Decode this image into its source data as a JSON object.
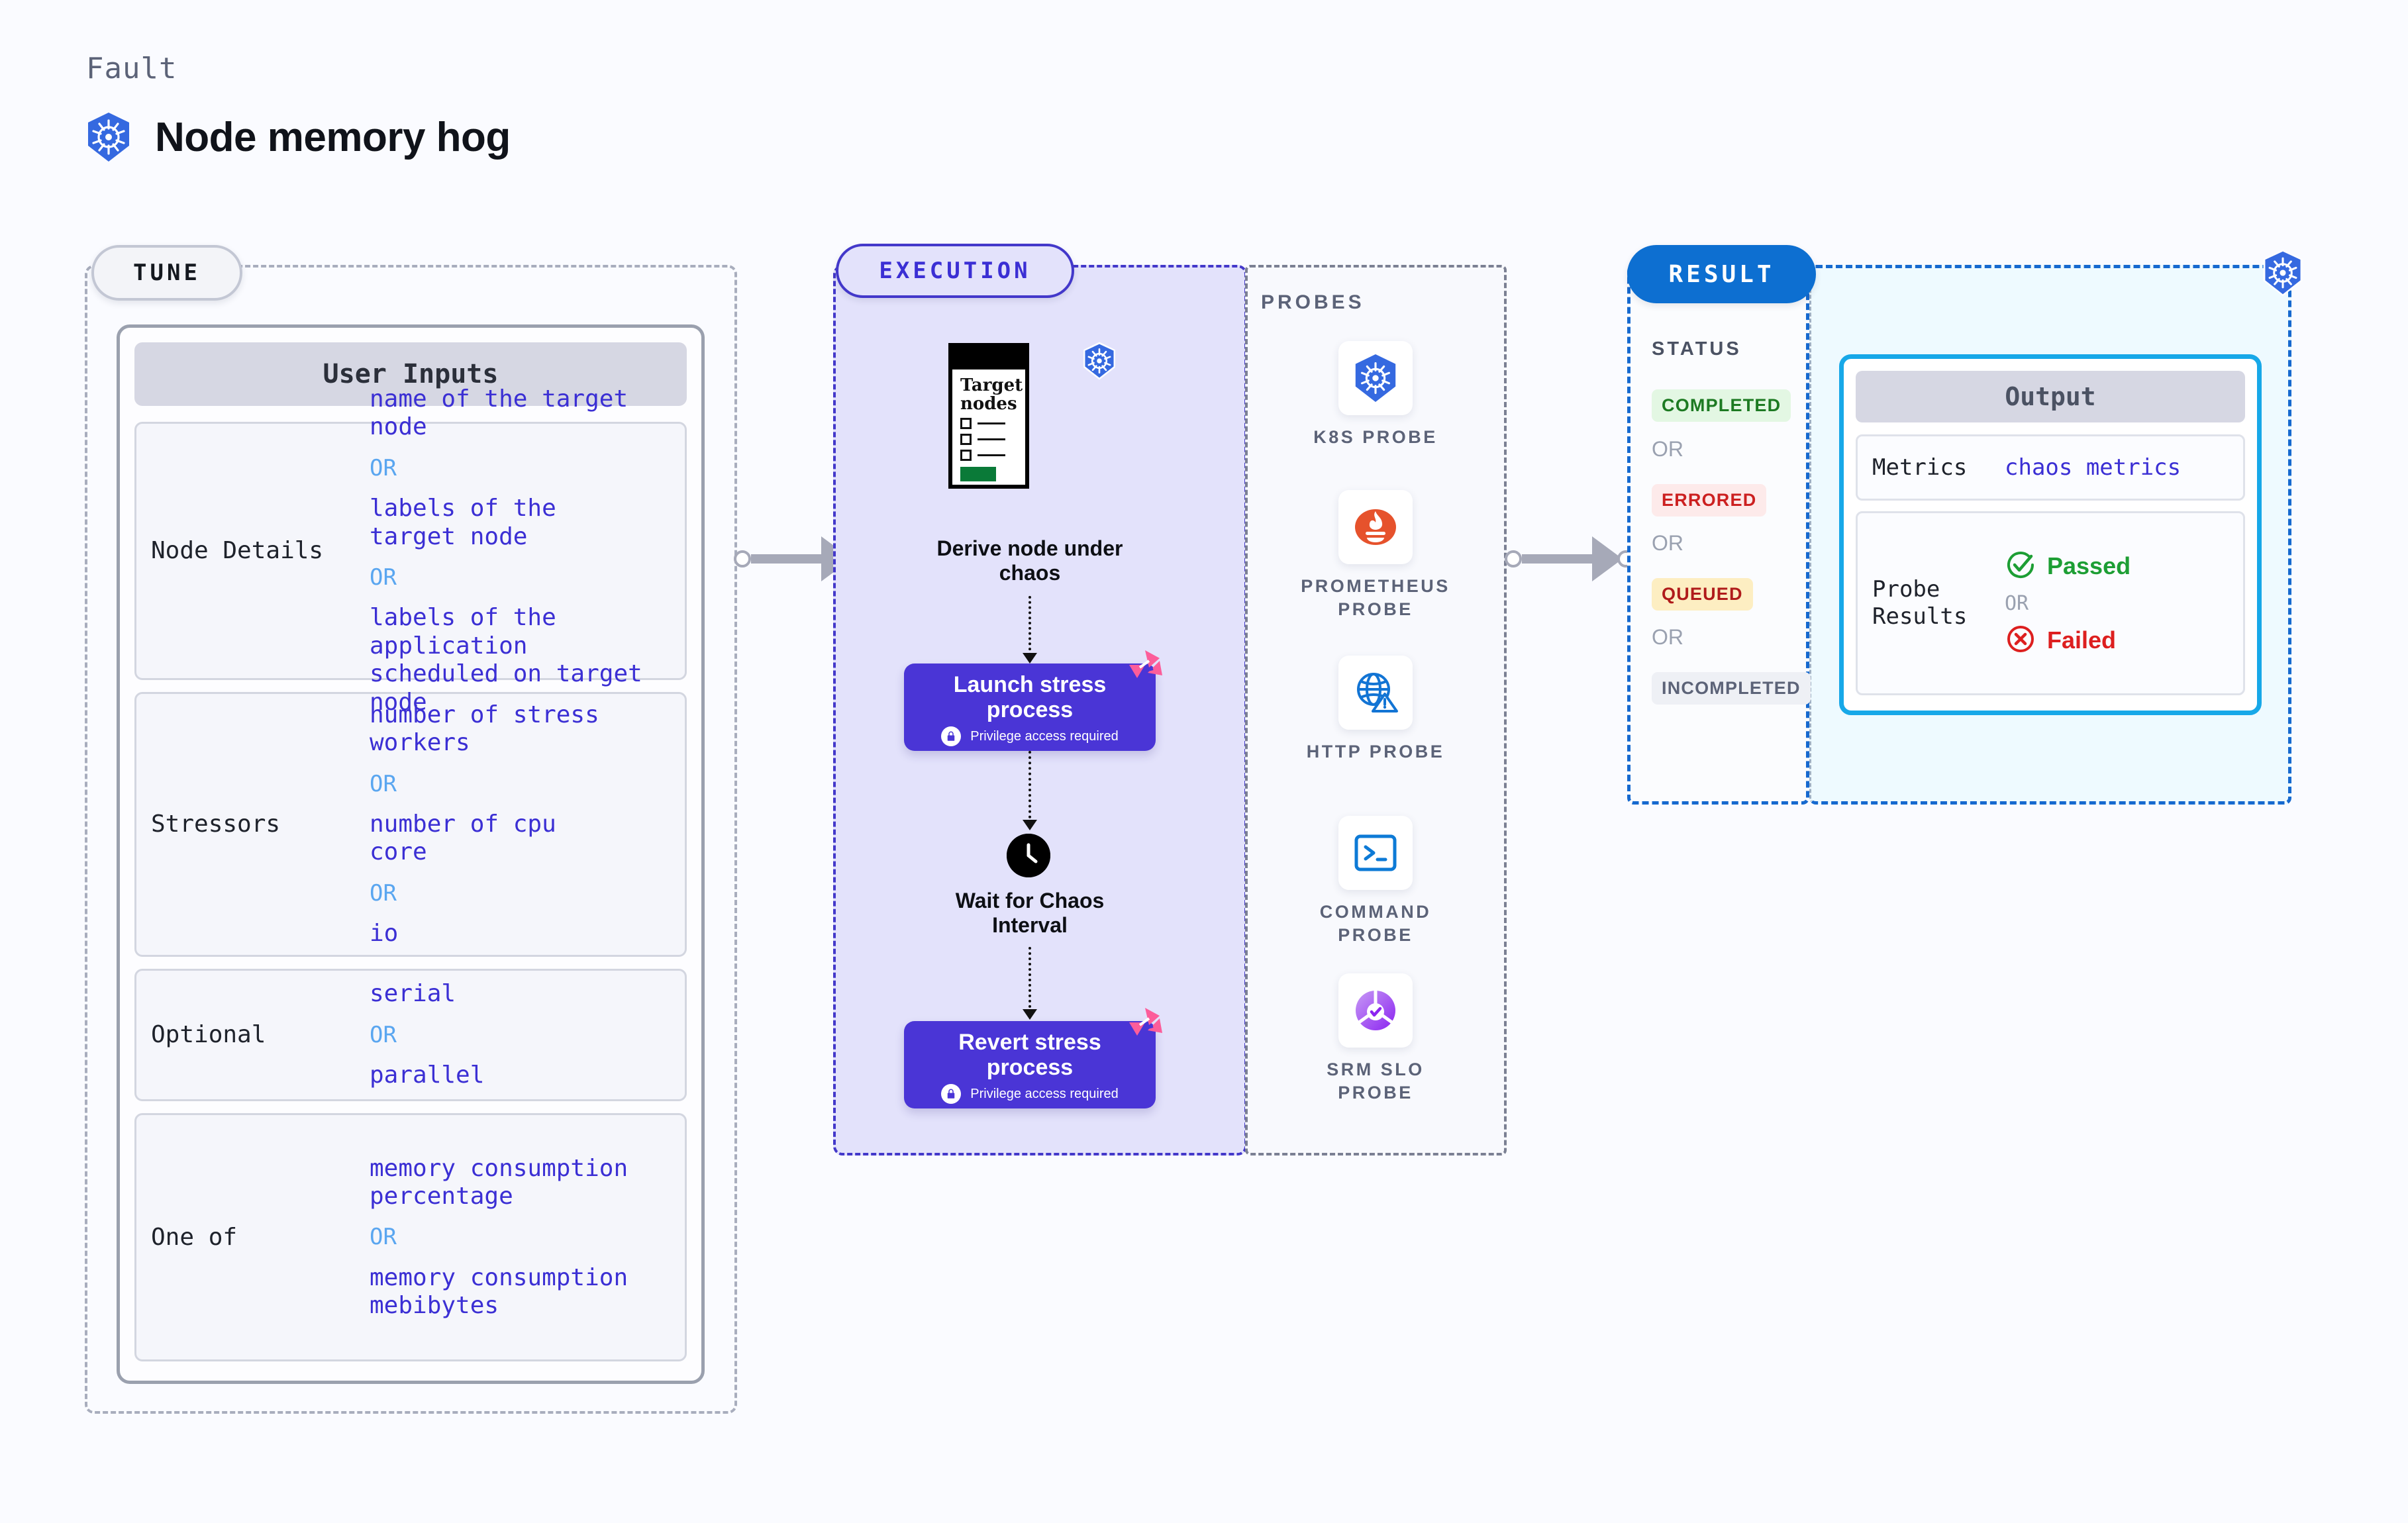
{
  "header": {
    "eyebrow": "Fault",
    "title": "Node memory hog",
    "icon": "kubernetes-icon"
  },
  "tune": {
    "pill_label": "TUNE",
    "card_title": "User Inputs",
    "rows": [
      {
        "label": "Node Details",
        "values": [
          "name of the target\nnode",
          "labels of the\ntarget node",
          " labels of the application\n scheduled on target node"
        ],
        "or_label": "OR"
      },
      {
        "label": "Stressors",
        "values": [
          "number of stress\nworkers",
          "number of cpu\ncore",
          "io"
        ],
        "or_label": "OR"
      },
      {
        "label": "Optional",
        "values": [
          "serial",
          "parallel"
        ],
        "or_label": "OR"
      },
      {
        "label": "One of",
        "values": [
          "memory consumption\npercentage",
          "memory consumption\nmebibytes"
        ],
        "or_label": "OR"
      }
    ]
  },
  "execution": {
    "pill_label": "EXECUTION",
    "node_card": {
      "title": "Target\nnodes",
      "icon": "kubernetes-icon"
    },
    "steps": [
      {
        "label": "Derive node under\nchaos"
      },
      {
        "label": "Launch stress\nprocess",
        "sub": "Privilege access required",
        "icon": "lock-icon",
        "tag": "chaos-tag-icon"
      },
      {
        "label": "Wait for Chaos\nInterval",
        "icon": "clock-icon"
      },
      {
        "label": "Revert stress\nprocess",
        "sub": "Privilege access required",
        "icon": "lock-icon",
        "tag": "chaos-tag-icon"
      }
    ]
  },
  "probes": {
    "title": "PROBES",
    "items": [
      {
        "name": "K8S  PROBE",
        "icon": "kubernetes-icon"
      },
      {
        "name": "PROMETHEUS\nPROBE",
        "icon": "prometheus-icon"
      },
      {
        "name": "HTTP  PROBE",
        "icon": "globe-warning-icon"
      },
      {
        "name": "COMMAND\nPROBE",
        "icon": "terminal-icon"
      },
      {
        "name": "SRM  SLO\nPROBE",
        "icon": "slo-gauge-icon"
      }
    ]
  },
  "result": {
    "pill_label": "RESULT",
    "status_title": "STATUS",
    "or_label": "OR",
    "statuses": [
      {
        "label": "COMPLETED",
        "bg": "#e3f7e3",
        "fg": "#1d7a22"
      },
      {
        "label": "ERRORED",
        "bg": "#fdeaea",
        "fg": "#cc2020"
      },
      {
        "label": "QUEUED",
        "bg": "#fdeec2",
        "fg": "#b01b1b"
      },
      {
        "label": "INCOMPLETED",
        "bg": "#eef0f5",
        "fg": "#5c6378"
      }
    ],
    "float_icon": "kubernetes-icon",
    "output": {
      "title": "Output",
      "metrics_label": "Metrics",
      "metrics_value": "chaos metrics",
      "probe_results_label": "Probe\nResults",
      "passed_label": "Passed",
      "failed_label": "Failed",
      "or_label": "OR",
      "pass_icon": "check-circle-icon",
      "fail_icon": "x-circle-icon"
    }
  },
  "colors": {
    "accent_indigo": "#4a35d6",
    "accent_blue": "#0d6fd1",
    "accent_cyan": "#17a8e8",
    "k8s_blue": "#3569e0",
    "chaos_pink": "#fc5d9a",
    "page_bg": "#fafbff"
  }
}
